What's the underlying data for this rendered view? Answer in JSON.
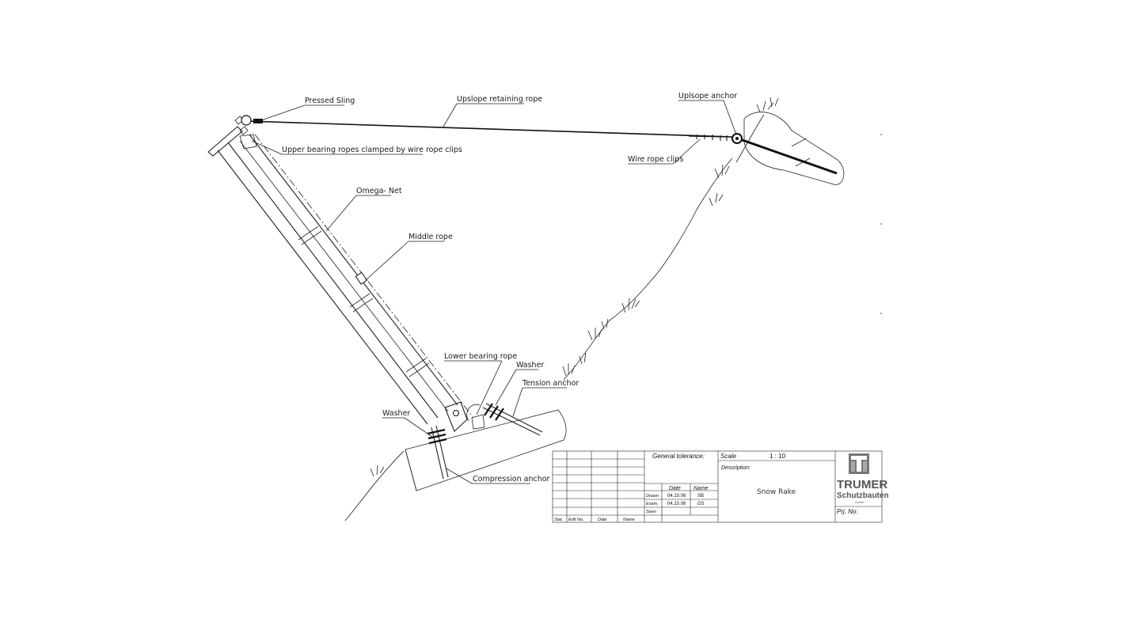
{
  "labels": {
    "pressed_sling": "Pressed Sling",
    "upslope_retaining_rope": "Upslope retaining rope",
    "upslope_anchor": "Uplsope anchor",
    "upper_bearing_ropes": "Upper bearing ropes clamped by wire rope clips",
    "wire_rope_clips": "Wire rope clips",
    "omega_net": "Omega- Net",
    "middle_rope": "Middle rope",
    "lower_bearing_rope": "Lower bearing rope",
    "washer_right": "Washer",
    "tension_anchor": "Tension anchor",
    "washer_left": "Washer",
    "compression_anchor": "Compression anchor"
  },
  "title_block": {
    "general_tolerance": "General tolerance:",
    "scale_label": "Scale",
    "scale_value": "1 : 10",
    "description_label": "Description:",
    "description": "Snow Rake",
    "prj_no_label": "Prj. No:",
    "date_header": "Date",
    "name_header": "Name",
    "drawn_label": "Drawn",
    "drawn_date": "04.10.06",
    "drawn_name": "SB",
    "exam_label": "Exam.",
    "exam_date": "04.10.06",
    "exam_name": "GS",
    "seen_label": "Seen",
    "rev_stat": "Stat.",
    "rev_edit": "Edit No.",
    "rev_date": "Date",
    "rev_name": "Name",
    "logo_line1": "TRUMER",
    "logo_line2": "Schutzbauten",
    "logo_line3": "GmbH"
  }
}
